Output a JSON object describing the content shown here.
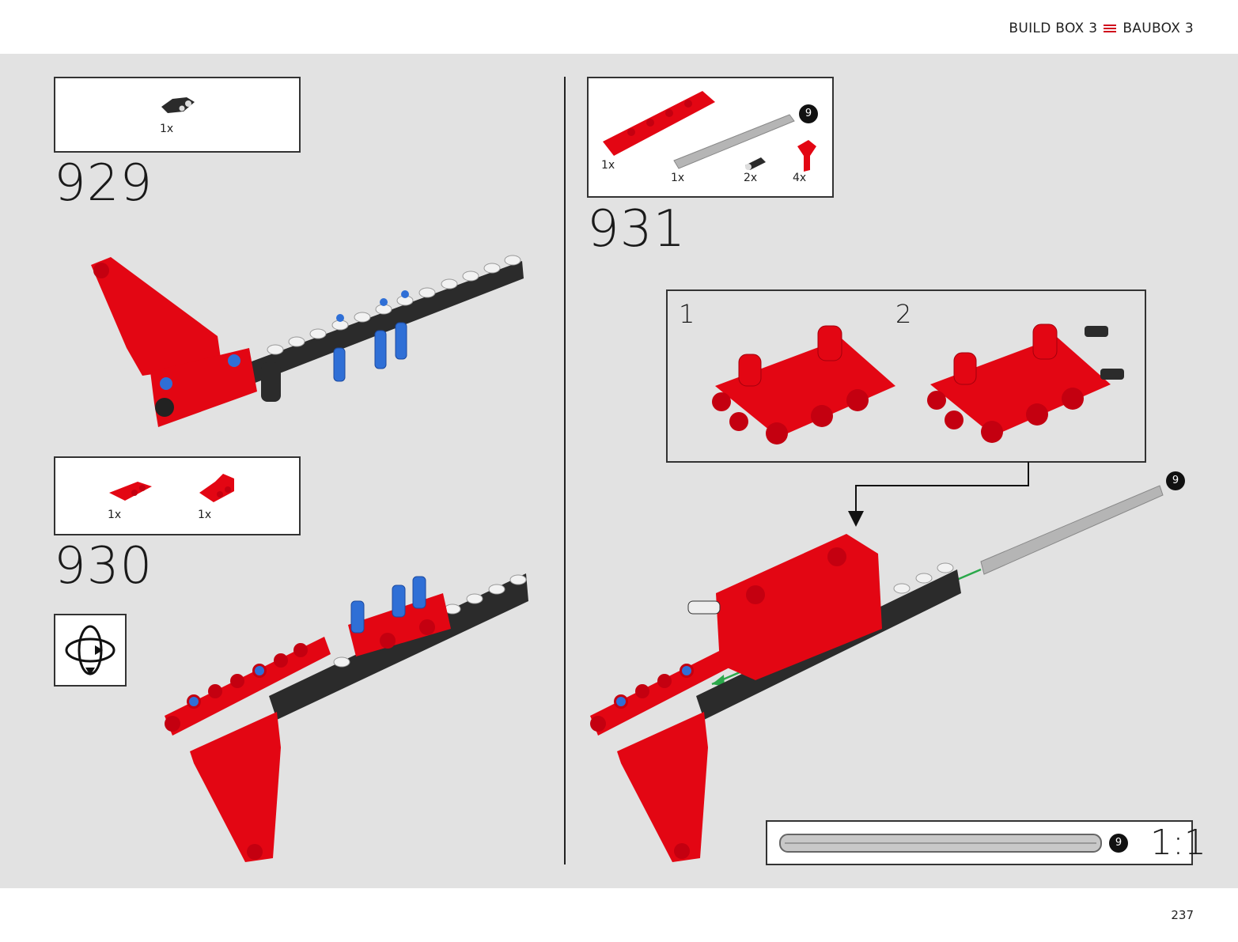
{
  "header": {
    "left": "BUILD BOX 3",
    "right": "BAUBOX 3",
    "accent": "#d0021b"
  },
  "page_number": "237",
  "steps": {
    "s929": {
      "number": "929",
      "parts": [
        {
          "qty": "1x",
          "name": "black-connector-part"
        }
      ]
    },
    "s930": {
      "number": "930",
      "parts": [
        {
          "qty": "1x",
          "name": "red-connector-part"
        },
        {
          "qty": "1x",
          "name": "red-cross-block-part"
        }
      ],
      "rotate_icon": "rotate-model-icon"
    },
    "s931": {
      "number": "931",
      "parts": [
        {
          "qty": "1x",
          "name": "red-beam-part"
        },
        {
          "qty": "1x",
          "name": "grey-axle-part",
          "badge": "9"
        },
        {
          "qty": "2x",
          "name": "black-pin-part"
        },
        {
          "qty": "4x",
          "name": "red-pin-part"
        }
      ],
      "sub_steps": [
        {
          "label": "1"
        },
        {
          "label": "2"
        }
      ],
      "axle_badge": "9"
    }
  },
  "scale_box": {
    "badge": "9",
    "label": "1:1"
  },
  "colors": {
    "red": "#e30613",
    "black": "#2b2b2b",
    "blue": "#2f6fd6",
    "grey": "#b5b5b5",
    "green": "#2aa84a",
    "background": "#e2e2e2"
  }
}
